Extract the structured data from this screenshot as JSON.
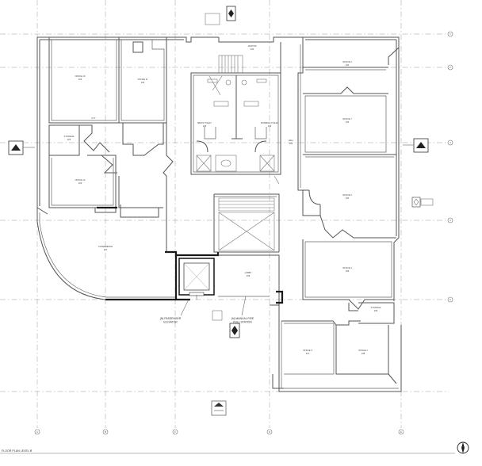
{
  "drawing": {
    "sheet_title": "FLOOR PLAN LEVEL B",
    "grid_bubbles_right": [
      "1",
      "2",
      "3",
      "4",
      "5"
    ],
    "grid_bubbles_bottom": [
      "A",
      "B",
      "C",
      "D",
      "E"
    ]
  },
  "rooms": [
    {
      "id": "office-10",
      "name": "OFFICE 10",
      "sub": "223"
    },
    {
      "id": "office-11",
      "name": "OFFICE 11",
      "sub": "224"
    },
    {
      "id": "storage-left",
      "name": "STORAGE",
      "sub": "225"
    },
    {
      "id": "office-12",
      "name": "OFFICE 12",
      "sub": "226"
    },
    {
      "id": "conference",
      "name": "CONFERENCE",
      "sub": "227"
    },
    {
      "id": "mens-toilet",
      "name": "MEN'S TOILET",
      "sub": "228"
    },
    {
      "id": "womens-toilet",
      "name": "WOMEN'S TOILET",
      "sub": "229"
    },
    {
      "id": "janitor",
      "name": "JANITOR",
      "sub": "230"
    },
    {
      "id": "hall",
      "name": "HALL",
      "sub": "231"
    },
    {
      "id": "office-6",
      "name": "OFFICE 6",
      "sub": "232"
    },
    {
      "id": "office-7",
      "name": "OFFICE 7",
      "sub": "233"
    },
    {
      "id": "office-5",
      "name": "OFFICE 5",
      "sub": "234"
    },
    {
      "id": "office-4",
      "name": "OFFICE 4",
      "sub": "235"
    },
    {
      "id": "storage-right",
      "name": "STORAGE",
      "sub": "236"
    },
    {
      "id": "office-3",
      "name": "OFFICE 3",
      "sub": "237"
    },
    {
      "id": "office-2",
      "name": "OFFICE 2",
      "sub": "238"
    },
    {
      "id": "lobby",
      "name": "LOBBY",
      "sub": "239"
    }
  ],
  "callouts": {
    "elevator_line1": "(N) PASSENGER",
    "elevator_line2": "ELEVATOR",
    "fire_line1": "(N) MANUAL FIRE",
    "fire_line2": "PULL STATION"
  },
  "notes": {
    "corridor_dim": "5'-0\""
  }
}
